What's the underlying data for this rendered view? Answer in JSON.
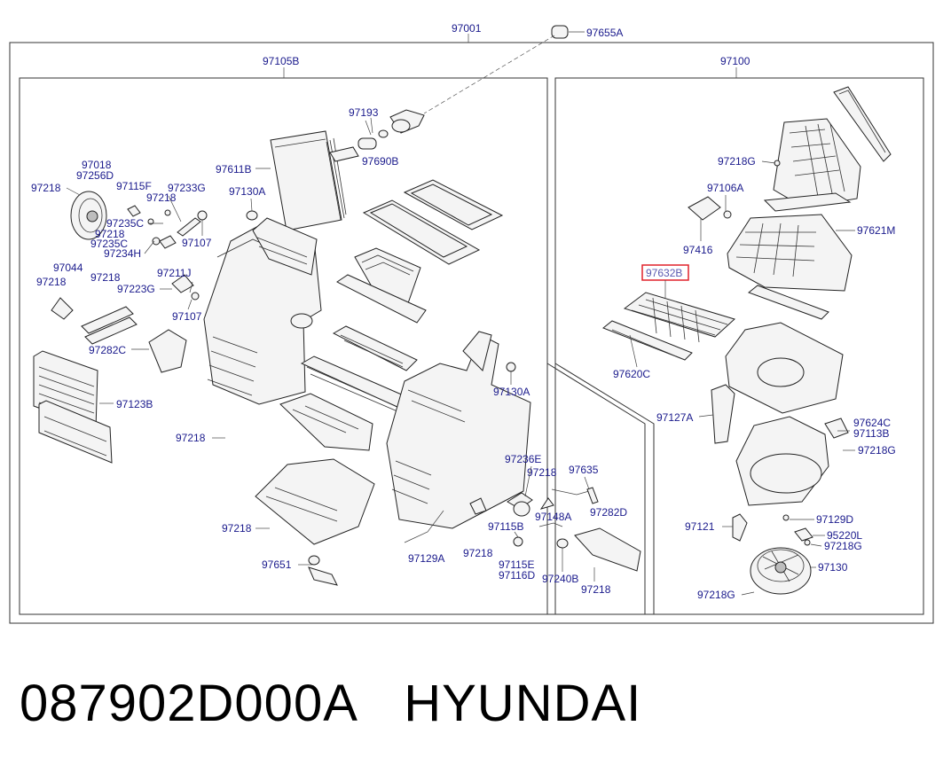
{
  "assembly": {
    "main": "97001",
    "left_group": "97105B",
    "right_group": "97100",
    "top_part": "97655A"
  },
  "left_labels": [
    {
      "id": "l1",
      "text": "97193"
    },
    {
      "id": "l2",
      "text": "97690B"
    },
    {
      "id": "l3",
      "text": "97611B"
    },
    {
      "id": "l4",
      "text": "97130A"
    },
    {
      "id": "l5",
      "text": "97018"
    },
    {
      "id": "l6",
      "text": "97256D"
    },
    {
      "id": "l7",
      "text": "97218"
    },
    {
      "id": "l8",
      "text": "97115F"
    },
    {
      "id": "l9",
      "text": "97233G"
    },
    {
      "id": "l10",
      "text": "97218"
    },
    {
      "id": "l11",
      "text": "97235C"
    },
    {
      "id": "l12",
      "text": "97218"
    },
    {
      "id": "l13",
      "text": "97235C"
    },
    {
      "id": "l14",
      "text": "97234H"
    },
    {
      "id": "l15",
      "text": "97107"
    },
    {
      "id": "l16",
      "text": "97044"
    },
    {
      "id": "l17",
      "text": "97218"
    },
    {
      "id": "l18",
      "text": "97218"
    },
    {
      "id": "l19",
      "text": "97211J"
    },
    {
      "id": "l20",
      "text": "97223G"
    },
    {
      "id": "l21",
      "text": "97107"
    },
    {
      "id": "l22",
      "text": "97282C"
    },
    {
      "id": "l23",
      "text": "97123B"
    },
    {
      "id": "l24",
      "text": "97218"
    },
    {
      "id": "l25",
      "text": "97130A"
    },
    {
      "id": "l26",
      "text": "97236E"
    },
    {
      "id": "l27",
      "text": "97218"
    },
    {
      "id": "l28",
      "text": "97635"
    },
    {
      "id": "l29",
      "text": "97148A"
    },
    {
      "id": "l30",
      "text": "97282D"
    },
    {
      "id": "l31",
      "text": "97115B"
    },
    {
      "id": "l32",
      "text": "97218"
    },
    {
      "id": "l33",
      "text": "97129A"
    },
    {
      "id": "l34",
      "text": "97218"
    },
    {
      "id": "l35",
      "text": "97115E"
    },
    {
      "id": "l36",
      "text": "97116D"
    },
    {
      "id": "l37",
      "text": "97240B"
    },
    {
      "id": "l38",
      "text": "97218"
    },
    {
      "id": "l39",
      "text": "97651"
    }
  ],
  "right_labels": [
    {
      "id": "r1",
      "text": "97218G"
    },
    {
      "id": "r2",
      "text": "97106A"
    },
    {
      "id": "r3",
      "text": "97621M"
    },
    {
      "id": "r4",
      "text": "97416"
    },
    {
      "id": "r5",
      "text": "97632B",
      "highlighted": true
    },
    {
      "id": "r6",
      "text": "97620C"
    },
    {
      "id": "r7",
      "text": "97127A"
    },
    {
      "id": "r8",
      "text": "97624C"
    },
    {
      "id": "r9",
      "text": "97113B"
    },
    {
      "id": "r10",
      "text": "97218G"
    },
    {
      "id": "r11",
      "text": "97121"
    },
    {
      "id": "r12",
      "text": "97129D"
    },
    {
      "id": "r13",
      "text": "95220L"
    },
    {
      "id": "r14",
      "text": "97218G"
    },
    {
      "id": "r15",
      "text": "97130"
    },
    {
      "id": "r16",
      "text": "97218G"
    }
  ],
  "colors": {
    "label": "#1a1a8c",
    "highlight_box": "#e0202a",
    "highlight_text": "#5a5ab0"
  },
  "caption": {
    "part_number": "087902D000A",
    "brand": "HYUNDAI"
  }
}
